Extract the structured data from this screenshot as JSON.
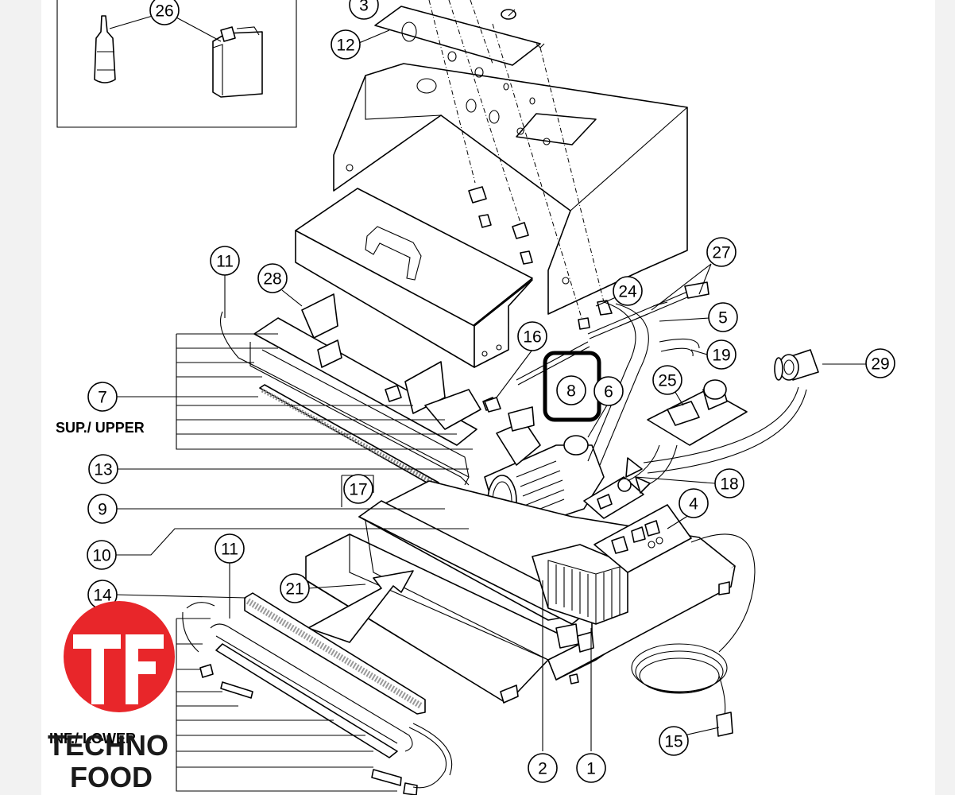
{
  "callouts": [
    {
      "id": "c26",
      "label": "26"
    },
    {
      "id": "c3",
      "label": "3"
    },
    {
      "id": "c12",
      "label": "12"
    },
    {
      "id": "c11a",
      "label": "11"
    },
    {
      "id": "c28",
      "label": "28"
    },
    {
      "id": "c27",
      "label": "27"
    },
    {
      "id": "c24",
      "label": "24"
    },
    {
      "id": "c5",
      "label": "5"
    },
    {
      "id": "c16",
      "label": "16"
    },
    {
      "id": "c19",
      "label": "19"
    },
    {
      "id": "c29",
      "label": "29"
    },
    {
      "id": "c8",
      "label": "8"
    },
    {
      "id": "c6",
      "label": "6"
    },
    {
      "id": "c25",
      "label": "25"
    },
    {
      "id": "c7",
      "label": "7"
    },
    {
      "id": "c13",
      "label": "13"
    },
    {
      "id": "c17",
      "label": "17"
    },
    {
      "id": "c18",
      "label": "18"
    },
    {
      "id": "c9",
      "label": "9"
    },
    {
      "id": "c4",
      "label": "4"
    },
    {
      "id": "c10",
      "label": "10"
    },
    {
      "id": "c11b",
      "label": "11"
    },
    {
      "id": "c21",
      "label": "21"
    },
    {
      "id": "c14",
      "label": "14"
    },
    {
      "id": "c15",
      "label": "15"
    },
    {
      "id": "c2",
      "label": "2"
    },
    {
      "id": "c1",
      "label": "1"
    }
  ],
  "labels": {
    "upper": "SUP./ UPPER",
    "lower": "INF./ LOWER"
  },
  "logo": {
    "monogram": "TF",
    "line1": "TECHNO",
    "line2": "FOOD",
    "color": "#e8262a"
  },
  "highlight": {
    "callout": "8",
    "color": "#000000"
  }
}
